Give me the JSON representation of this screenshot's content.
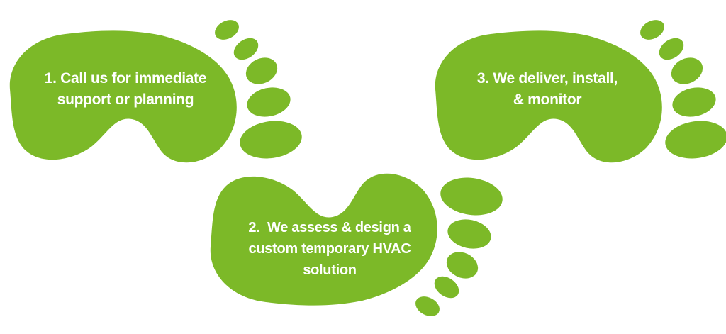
{
  "theme": {
    "footprint_green": "#7cb928",
    "step_text_color": "#ffffff",
    "background": "#ffffff"
  },
  "steps": [
    {
      "lines": [
        "1. Call us for immediate",
        "support or planning"
      ]
    },
    {
      "lines": [
        "2.  We assess & design a",
        "custom temporary HVAC",
        "solution"
      ]
    },
    {
      "lines": [
        "3. We deliver, install,",
        "& monitor"
      ]
    }
  ]
}
